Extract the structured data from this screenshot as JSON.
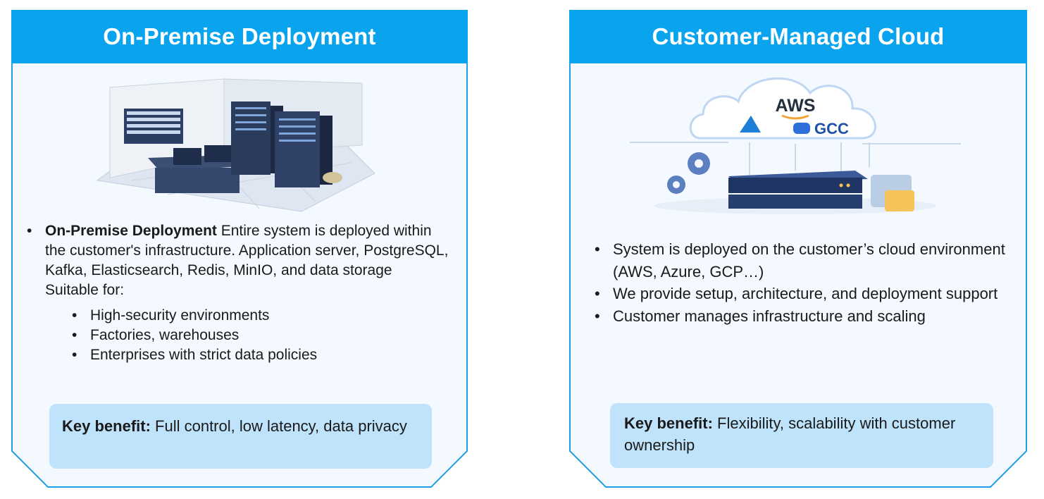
{
  "left_card": {
    "title": "On-Premise Deployment",
    "intro_bold": "On-Premise Deployment",
    "intro_text": " Entire system is deployed within the customer's infrastructure. Application server, PostgreSQL, Kafka, Elasticsearch, Redis, MinIO, and data storage",
    "suitable_label": "Suitable for:",
    "suitable_items": [
      "High-security environments",
      "Factories, warehouses",
      "Enterprises with strict data policies"
    ],
    "benefit_label": "Key benefit:",
    "benefit_text": " Full control, low latency, data privacy"
  },
  "right_card": {
    "title": "Customer-Managed Cloud",
    "logos": {
      "aws": "AWS",
      "gcc": "GCC"
    },
    "bullets": [
      "System is deployed on the customer’s cloud environment (AWS, Azure, GCP…)",
      "We provide setup, architecture, and deployment support",
      "Customer manages infrastructure and scaling"
    ],
    "benefit_label": "Key benefit:",
    "benefit_text": " Flexibility, scalability with customer ownership"
  },
  "colors": {
    "header": "#0aa3ee",
    "border": "#1f9ee8",
    "card_fill": "#f3f9fe",
    "benefit_fill": "#bfe3fb"
  }
}
